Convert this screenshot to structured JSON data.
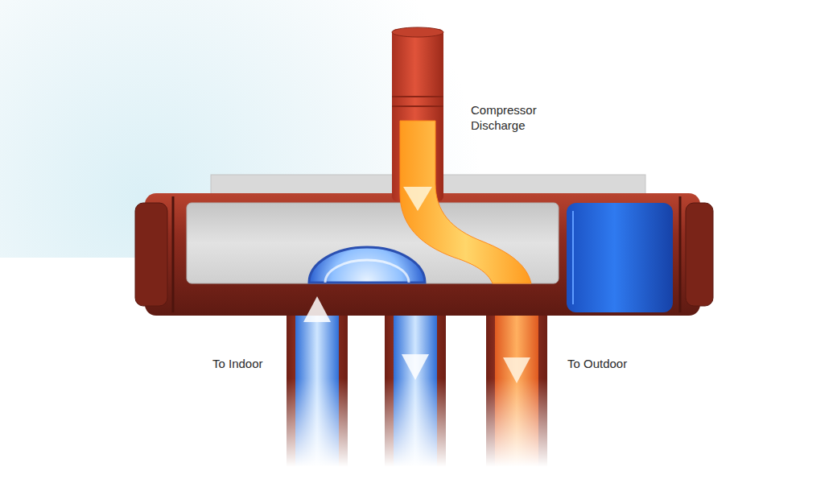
{
  "diagram": {
    "labels": [
      "Compressor Discharge",
      "To Indoor",
      "To Outdoor"
    ]
  }
}
